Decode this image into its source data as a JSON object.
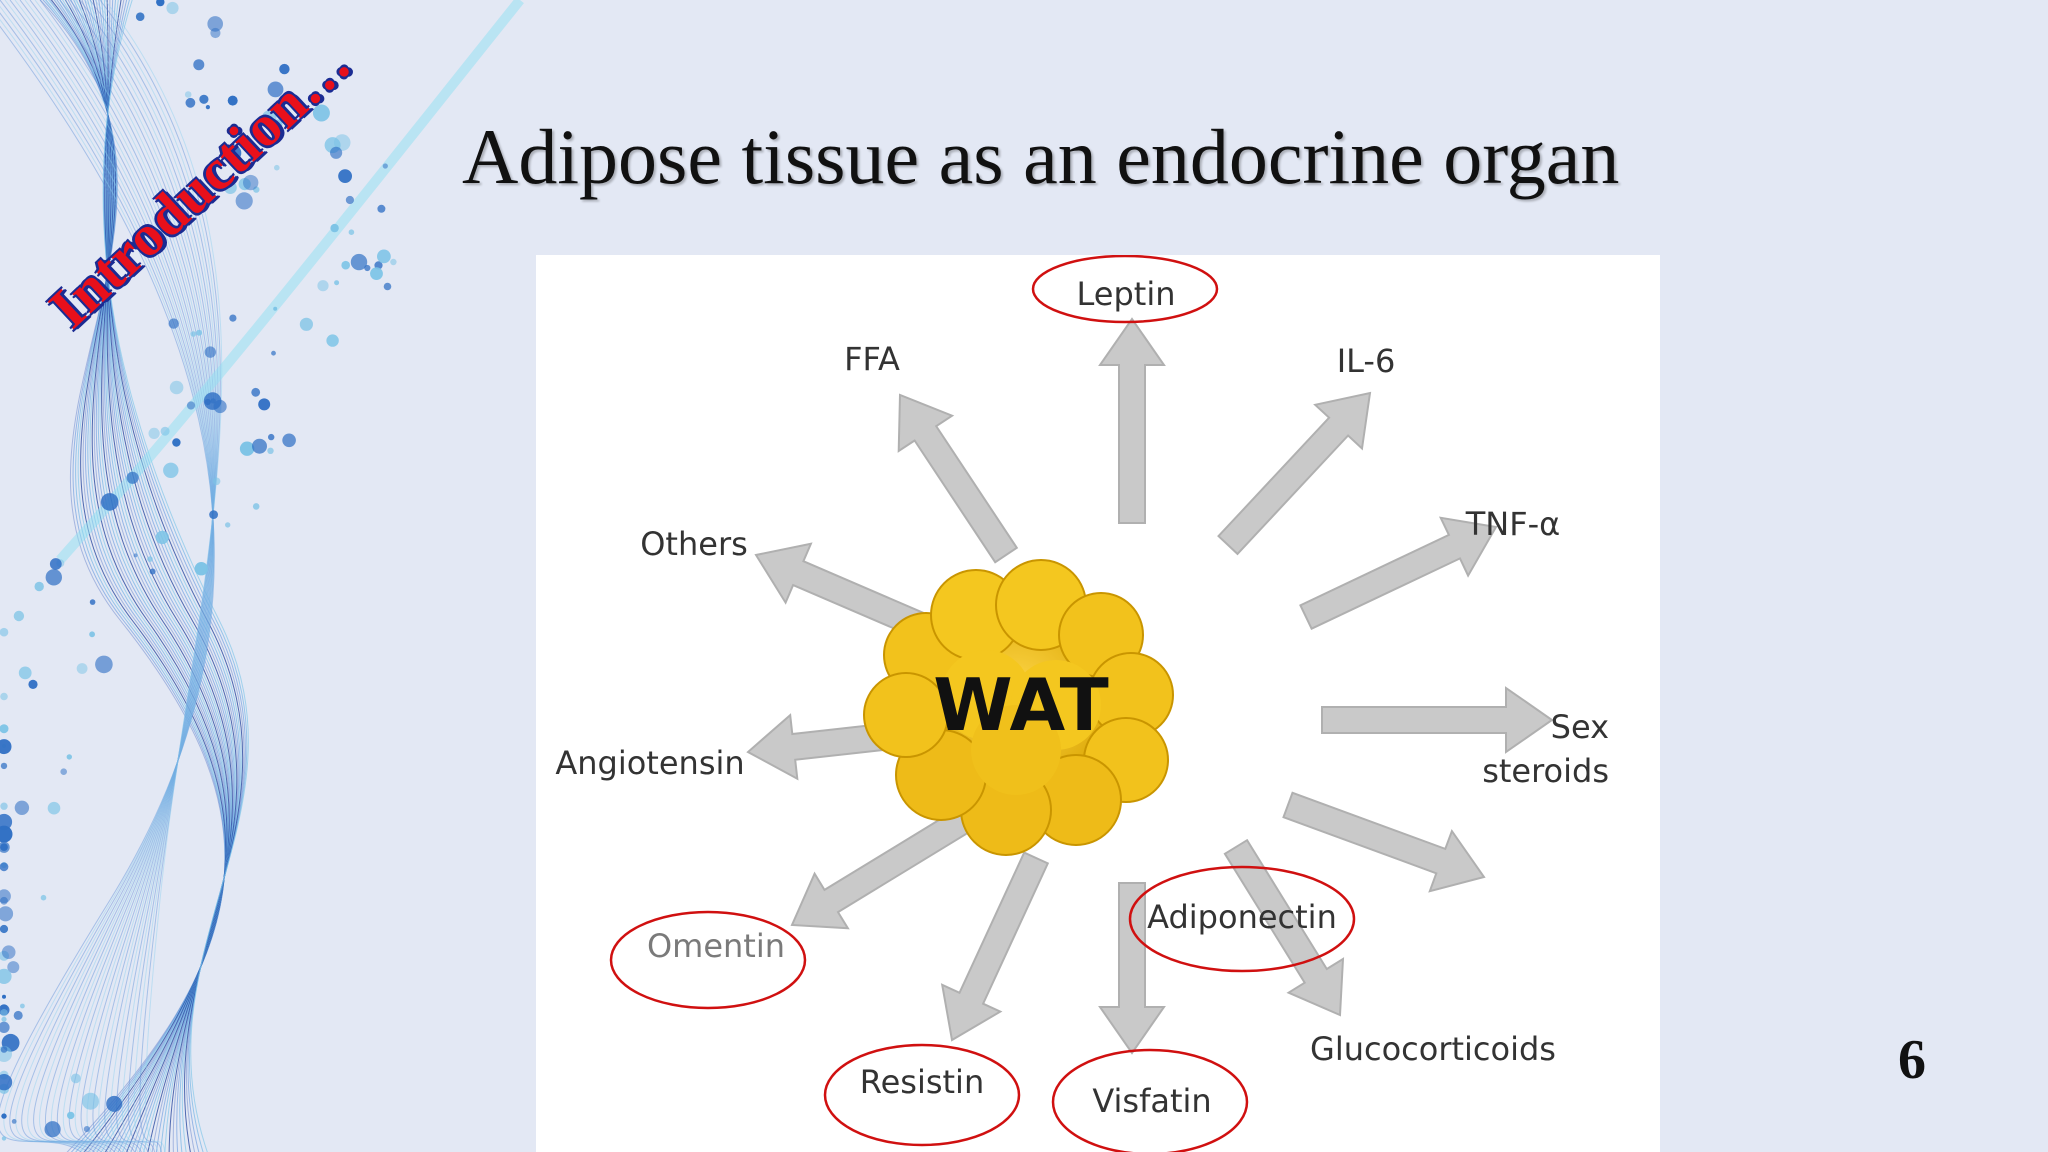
{
  "slide": {
    "section_label": "Introduction…",
    "title": "Adipose tissue as an endocrine organ",
    "page_number": "6"
  },
  "diagram": {
    "center": "WAT",
    "center_color": "#f4c21a",
    "highlight_color": "#d01010",
    "labels": {
      "leptin": "Leptin",
      "il6": "IL-6",
      "tnf": "TNF-α",
      "sex": "Sex",
      "steroids": "steroids",
      "adiponectin": "Adiponectin",
      "glucocorticoids": "Glucocorticoids",
      "visfatin": "Visfatin",
      "resistin": "Resistin",
      "omentin": "Omentin",
      "angiotensin": "Angiotensin",
      "others": "Others",
      "ffa": "FFA"
    },
    "circled": [
      "Leptin",
      "Adiponectin",
      "Visfatin",
      "Resistin",
      "Omentin"
    ]
  }
}
